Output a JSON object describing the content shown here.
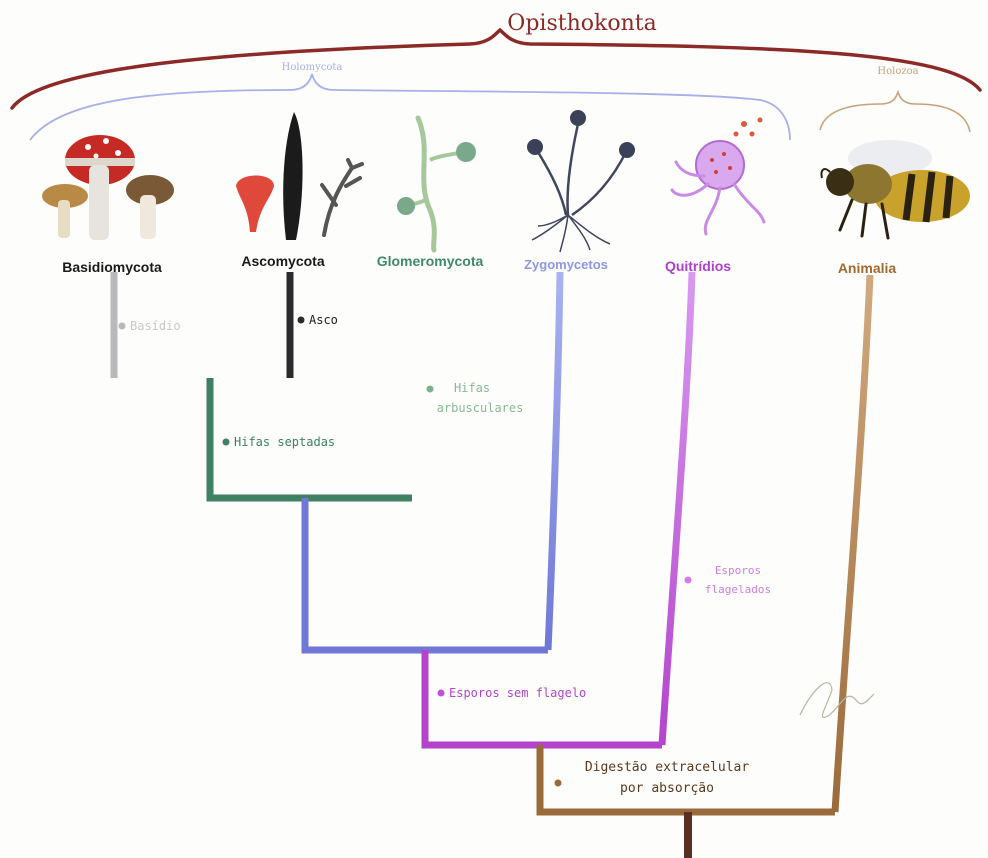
{
  "diagram": {
    "title": "Opisthokonta",
    "groups": {
      "holomycota": "Holomycota",
      "holozoa": "Holozoa"
    },
    "taxa": {
      "basidiomycota": "Basidiomycota",
      "ascomycota": "Ascomycota",
      "glomeromycota": "Glomeromycota",
      "zygomycetos": "Zygomycetos",
      "quitridios": "Quitrídios",
      "animalia": "Animalia"
    },
    "traits": {
      "basidio": "Basídio",
      "asco": "Asco",
      "hifas_arbusculares_1": "Hifas",
      "hifas_arbusculares_2": "arbusculares",
      "hifas_septadas": "Hifas septadas",
      "esporos_flagelados_1": "Esporos",
      "esporos_flagelados_2": "flagelados",
      "esporos_sem_flagelo": "Esporos sem flagelo",
      "digestao_1": "Digestão extracelular",
      "digestao_2": "por absorção"
    },
    "colors": {
      "background": "#f2efe1",
      "opisthokonta": "#8b2a26",
      "holomycota": "#a8b0e8",
      "holozoa": "#c9a27a",
      "basidiomycota": "#b9b9bb",
      "ascomycota": "#2b2b2e",
      "glomeromycota": "#6a9a78",
      "zygomycetos": "#8e97e6",
      "quitridios": "#c46ad8",
      "animalia": "#b7834f",
      "root": "#5a2f22"
    }
  }
}
